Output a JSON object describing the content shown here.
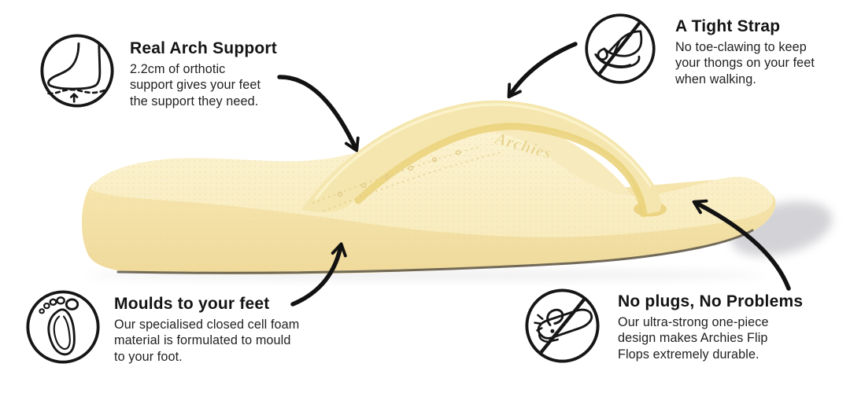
{
  "product": {
    "brand_embossed": "Archies"
  },
  "colors": {
    "ink": "#141414",
    "arrow": "#121212",
    "sole_side": "#f4e1a6",
    "sole_top": "#faf0ca",
    "far_wall": "#f7ebbe",
    "strap": "#f4e6ae",
    "strap_inner_gloss": "#ebd37c",
    "outsole_line": "#5b554a",
    "shadow": "#c9c9ce"
  },
  "callouts": {
    "arch_support": {
      "title": "Real Arch Support",
      "lines": [
        "2.2cm of orthotic",
        "support gives your feet",
        "the support they need."
      ]
    },
    "tight_strap": {
      "title": "A Tight Strap",
      "lines": [
        "No toe-clawing to keep",
        "your thongs on your feet",
        "when walking."
      ]
    },
    "moulds": {
      "title": "Moulds to your feet",
      "lines": [
        "Our specialised closed cell foam",
        "material is formulated to mould",
        "to your foot."
      ]
    },
    "no_plugs": {
      "title": "No plugs, No Problems",
      "lines": [
        "Our ultra-strong one-piece",
        "design makes Archies Flip",
        "Flops extremely durable."
      ]
    }
  }
}
